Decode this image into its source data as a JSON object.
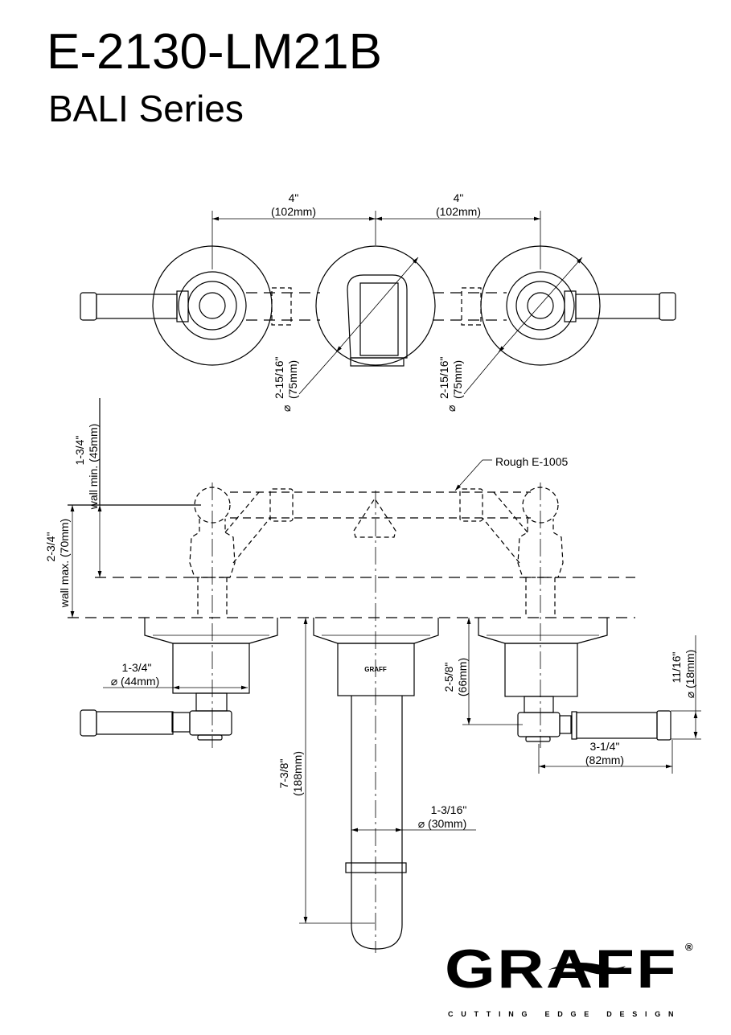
{
  "header": {
    "model": "E-2130-LM21B",
    "series": "BALI Series"
  },
  "top_view": {
    "spacing_left": {
      "in": "4\"",
      "mm": "(102mm)"
    },
    "spacing_right": {
      "in": "4\"",
      "mm": "(102mm)"
    },
    "dia_left": {
      "sym": "⌀",
      "in": "2-15/16\"",
      "mm": "(75mm)"
    },
    "dia_right": {
      "sym": "⌀",
      "in": "2-15/16\"",
      "mm": "(75mm)"
    }
  },
  "front_view": {
    "wall_min": {
      "in": "1-3/4\"",
      "mm": "wall min. (45mm)"
    },
    "wall_max": {
      "in": "2-3/4\"",
      "mm": "wall max. (70mm)"
    },
    "rough": "Rough E-1005",
    "body_dia": {
      "in": "1-3/4\"",
      "mm": "⌀ (44mm)"
    },
    "spout_length": {
      "in": "7-3/8\"",
      "mm": "(188mm)"
    },
    "spout_dia": {
      "in": "1-3/16\"",
      "mm": "⌀ (30mm)"
    },
    "handle_height": {
      "in": "2-5/8\"",
      "mm": "(66mm)"
    },
    "handle_dia": {
      "in": "11/16\"",
      "mm": "⌀ (18mm)"
    },
    "handle_length": {
      "in": "3-1/4\"",
      "mm": "(82mm)"
    },
    "body_mark": "GRAFF"
  },
  "logo": {
    "brand": "GRAFF",
    "reg": "®",
    "tagline": "CUTTING EDGE DESIGN"
  }
}
